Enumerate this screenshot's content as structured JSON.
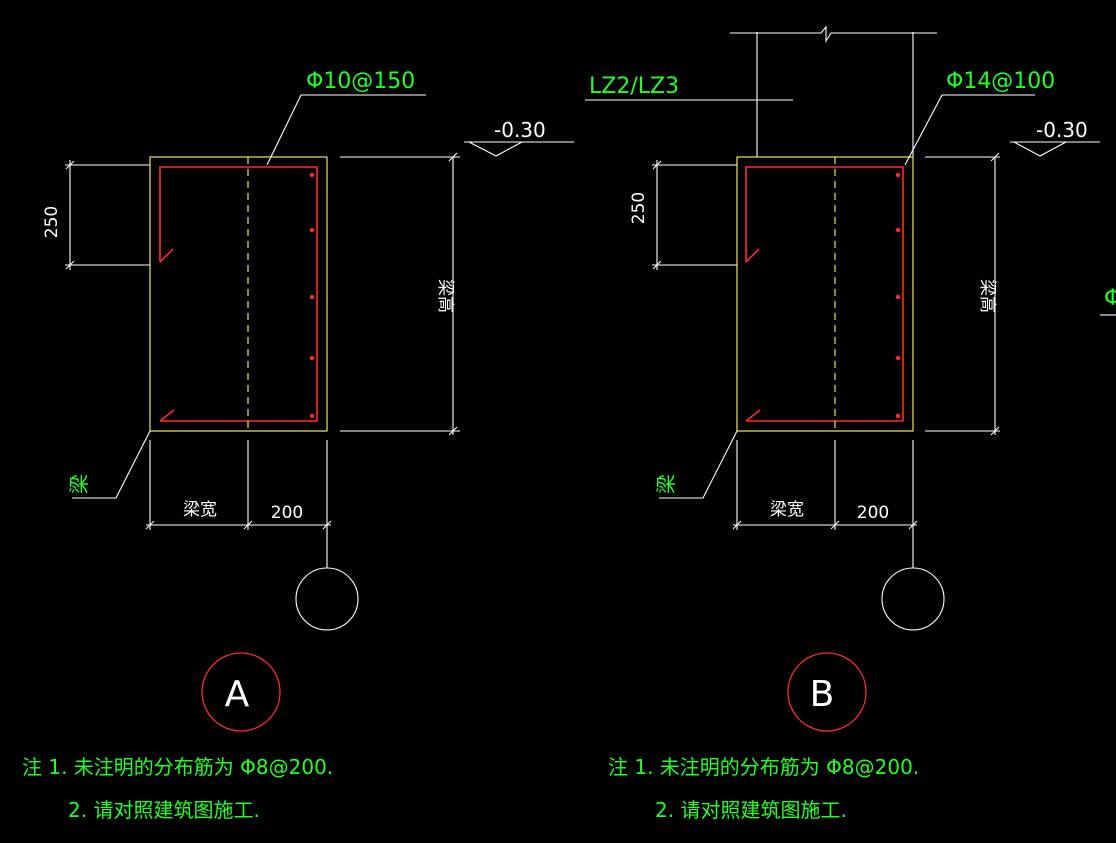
{
  "detail_a": {
    "rebar_label": "Φ10@150",
    "elevation": "-0.30",
    "dim_250": "250",
    "beam_height": "梁高",
    "beam_label": "梁",
    "beam_width": "梁宽",
    "dim_200": "200",
    "tag": "A"
  },
  "detail_b": {
    "column_label": "LZ2/LZ3",
    "rebar_label": "Φ14@100",
    "elevation": "-0.30",
    "dim_250": "250",
    "beam_height": "梁高",
    "beam_label": "梁",
    "beam_width": "梁宽",
    "dim_200": "200",
    "tag": "B"
  },
  "notes_a": {
    "line1": "注 1. 未注明的分布筋为 Φ8@200.",
    "line2": "2. 请对照建筑图施工."
  },
  "notes_b": {
    "line1": "注 1. 未注明的分布筋为 Φ8@200.",
    "line2": "2. 请对照建筑图施工."
  },
  "edge_fragment": "Φ",
  "colors": {
    "background": "#000000",
    "outline": "#ffffff",
    "concrete": "#ffff66",
    "rebar": "#ff2a2a",
    "text_green": "#22ff22",
    "tag_circle": "#ff2a2a"
  }
}
